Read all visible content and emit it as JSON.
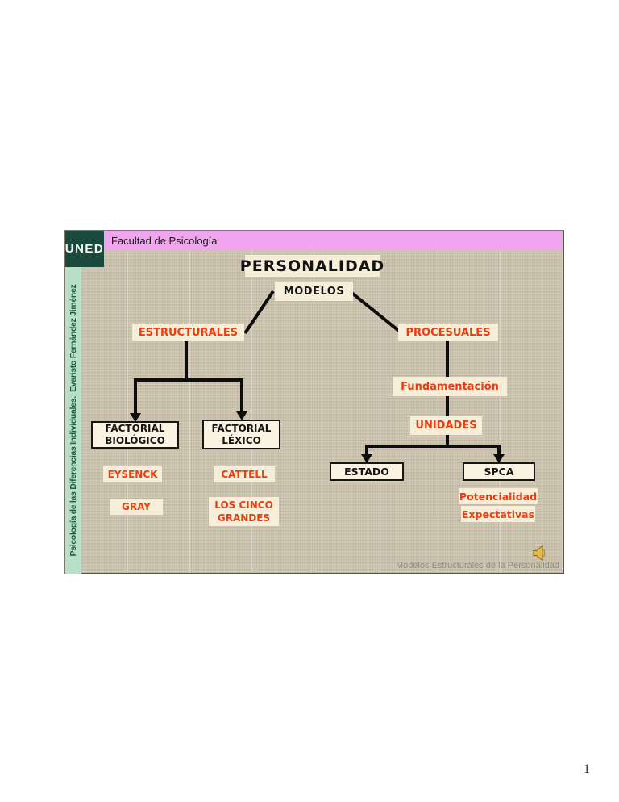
{
  "page": {
    "number": "1"
  },
  "slide": {
    "logo": {
      "text": "UNED"
    },
    "header": {
      "title": "Facultad de Psicología"
    },
    "sidebar": {
      "credit": "Psicología de las Diferencias Individuales.  Evaristo Fernández Jiménez"
    },
    "diagram": {
      "title": "PERSONALIDAD",
      "nodes": {
        "modelos": "MODELOS",
        "estructurales": "ESTRUCTURALES",
        "procesuales": "PROCESUALES",
        "fundamentacion": "Fundamentación",
        "unidades": "UNIDADES",
        "factorial_biologico_line1": "FACTORIAL",
        "factorial_biologico_line2": "BIOLÓGICO",
        "factorial_lexico_line1": "FACTORIAL",
        "factorial_lexico_line2": "LÉXICO",
        "eysenck": "EYSENCK",
        "cattell": "CATTELL",
        "gray": "GRAY",
        "cinco_line1": "LOS CINCO",
        "cinco_line2": "GRANDES",
        "estado": "ESTADO",
        "spca": "SPCA",
        "potencialidad": "Potencialidad",
        "expectativas": "Expectativas"
      },
      "caption": "Modelos Estructurales de la Personalidad",
      "audio_icon": "speaker-icon"
    },
    "colors": {
      "accent_red": "#ee3c0e",
      "header_pink": "#f0a6ee",
      "logo_green": "#1b4a3d",
      "strip_green": "#b9dfc8",
      "slide_beige": "#cfc6b1",
      "label_cream": "#f7eed9"
    }
  }
}
